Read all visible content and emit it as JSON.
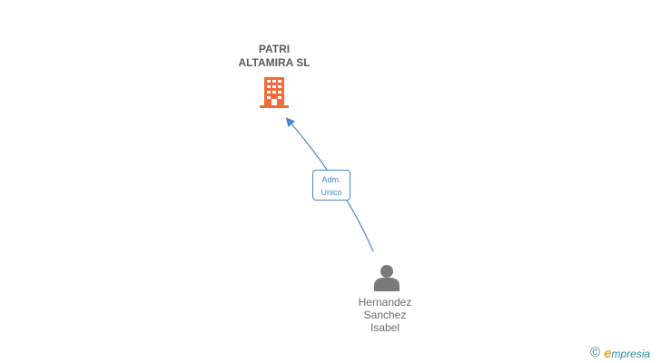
{
  "company": {
    "name_lines": [
      "PATRI",
      "ALTAMIRA SL"
    ],
    "icon": "building-icon",
    "color": "#f26b3a"
  },
  "relation": {
    "role_lines": [
      "Adm.",
      "Unico"
    ],
    "color": "#4a86c8"
  },
  "person": {
    "name_lines": [
      "Hernandez",
      "Sanchez",
      "Isabel"
    ],
    "icon": "person-icon",
    "color": "#7a7a7a"
  },
  "watermark": {
    "copyright_symbol": "©",
    "brand_initial": "e",
    "brand_rest": "mpresia",
    "brand_color": "#2c8d9a",
    "initial_color": "#f0a11a"
  }
}
